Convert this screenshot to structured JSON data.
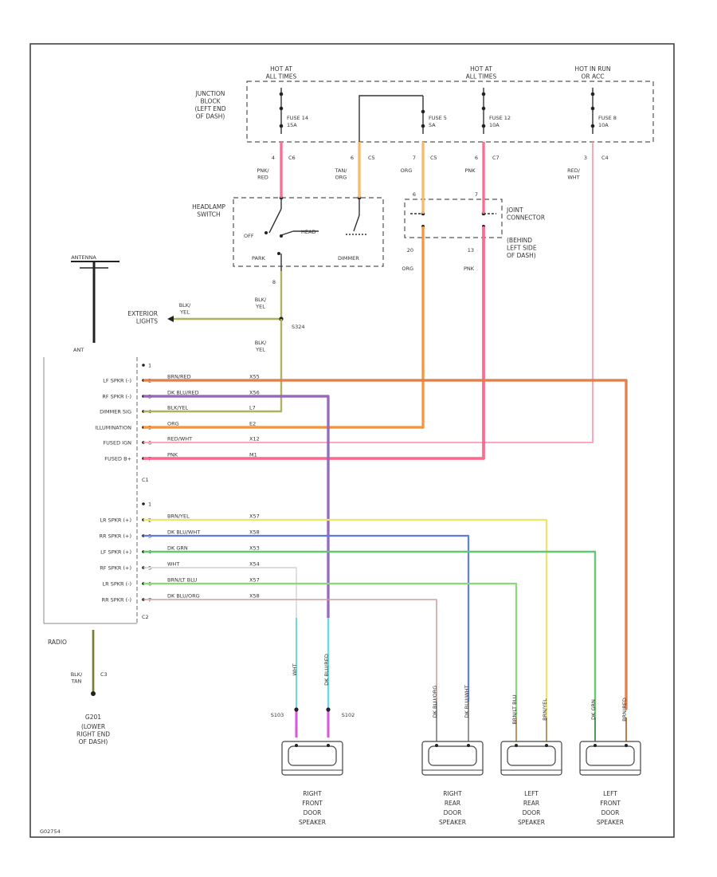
{
  "hot_labels": {
    "hot1": "HOT AT\nALL TIMES",
    "hot2": "HOT AT\nALL TIMES",
    "hot3": "HOT IN RUN\nOR ACC"
  },
  "junction_block": "JUNCTION\nBLOCK\n(LEFT END\nOF DASH)",
  "fuses": [
    {
      "name": "FUSE 14",
      "rating": "15A",
      "pin": "4",
      "conn": "C6",
      "wire": "PNK/\nRED"
    },
    {
      "name": "FUSE 5",
      "rating": "5A",
      "pin": "6",
      "conn": "C5",
      "wire": "TAN/\nORG"
    },
    {
      "name": "FUSE 12",
      "rating": "10A",
      "pin": "6",
      "conn": "C7",
      "wire": "PNK"
    },
    {
      "name": "FUSE 8",
      "rating": "10A",
      "pin": "3",
      "conn": "C4",
      "wire": "RED/\nWHT"
    }
  ],
  "junction_pin_orange": {
    "pin": "7",
    "conn": "C5",
    "wire": "ORG"
  },
  "headlamp_switch": {
    "label": "HEADLAMP\nSWITCH",
    "off": "OFF",
    "park": "PARK",
    "head": "HEAD",
    "dimmer": "DIMMER",
    "pin_bottom": "8"
  },
  "joint_connector": {
    "label": "JOINT\nCONNECTOR",
    "location": "(BEHIND\nLEFT SIDE\nOF DASH)",
    "pin_a_top": "6",
    "pin_b_top": "7",
    "pin_a_bottom": "20",
    "pin_a_wire": "ORG",
    "pin_b_bottom": "13",
    "pin_b_wire": "PNK"
  },
  "antenna": "ANTENNA",
  "exterior_lights": {
    "label": "EXTERIOR\nLIGHTS",
    "wire": "BLK/\nYEL"
  },
  "splice_s324": "S324",
  "wire_blk_yel_1": "BLK/\nYEL",
  "wire_blk_yel_2": "BLK/\nYEL",
  "radio": {
    "label": "RADIO",
    "c1": "C1",
    "c2": "C2",
    "ant": "ANT",
    "c1_pins": [
      {
        "pin": "1",
        "name": "",
        "wire": "",
        "circuit": ""
      },
      {
        "pin": "2",
        "name": "LF SPKR (-)",
        "wire": "BRN/RED",
        "circuit": "X55"
      },
      {
        "pin": "3",
        "name": "RF SPKR (-)",
        "wire": "DK BLU/RED",
        "circuit": "X56"
      },
      {
        "pin": "4",
        "name": "DIMMER SIG",
        "wire": "BLK/YEL",
        "circuit": "L7"
      },
      {
        "pin": "5",
        "name": "ILLUMINATION",
        "wire": "ORG",
        "circuit": "E2"
      },
      {
        "pin": "6",
        "name": "FUSED IGN",
        "wire": "RED/WHT",
        "circuit": "X12"
      },
      {
        "pin": "7",
        "name": "FUSED B+",
        "wire": "PNK",
        "circuit": "M1"
      }
    ],
    "c2_pins": [
      {
        "pin": "1",
        "name": "",
        "wire": "",
        "circuit": ""
      },
      {
        "pin": "2",
        "name": "LR SPKR (+)",
        "wire": "BRN/YEL",
        "circuit": "X57"
      },
      {
        "pin": "3",
        "name": "RR SPKR (+)",
        "wire": "DK BLU/WHT",
        "circuit": "X58"
      },
      {
        "pin": "4",
        "name": "LF SPKR (+)",
        "wire": "DK GRN",
        "circuit": "X53"
      },
      {
        "pin": "5",
        "name": "RF SPKR (+)",
        "wire": "WHT",
        "circuit": "X54"
      },
      {
        "pin": "6",
        "name": "LR SPKR (-)",
        "wire": "BRN/LT BLU",
        "circuit": "X57"
      },
      {
        "pin": "7",
        "name": "RR SPKR (-)",
        "wire": "DK BLU/ORG",
        "circuit": "X58"
      }
    ]
  },
  "ground": {
    "pin": "C3",
    "wire": "BLK/\nTAN",
    "name": "G201",
    "location": "(LOWER\nRIGHT END\nOF DASH)"
  },
  "splices_bottom": {
    "left": "S103",
    "right": "S102"
  },
  "speaker_wires": {
    "rf_a": "WHT",
    "rf_b": "DK BLU/RED",
    "rr_a": "DK BLU/ORG",
    "rr_b": "DK BLU/WHT",
    "lr_a": "BRN/LT BLU",
    "lr_b": "BRN/YEL",
    "lf_a": "DK GRN",
    "lf_b": "BRN/RED"
  },
  "speakers": [
    "RIGHT\nFRONT\nDOOR\nSPEAKER",
    "RIGHT\nREAR\nDOOR\nSPEAKER",
    "LEFT\nREAR\nDOOR\nSPEAKER",
    "LEFT\nFRONT\nDOOR\nSPEAKER"
  ],
  "footer_code": "G02754",
  "colors": {
    "pink": "#ff5b86",
    "red_pink": "#ff8fa8",
    "tan_orange": "#f9b058",
    "orange": "#f58a2a",
    "brn_red": "#e0733a",
    "purple": "#8a5ab5",
    "yel_grn": "#b8b44a",
    "blk_yel": "#a9aa52",
    "yellow": "#ece35a",
    "blue": "#4f6fe0",
    "green": "#56c264",
    "lt_green": "#7fd46c",
    "brown_pink": "#c8948e",
    "white": "#cccccc",
    "magenta": "#d04ad8",
    "cyan": "#5ad8d8",
    "gray": "#666666"
  }
}
